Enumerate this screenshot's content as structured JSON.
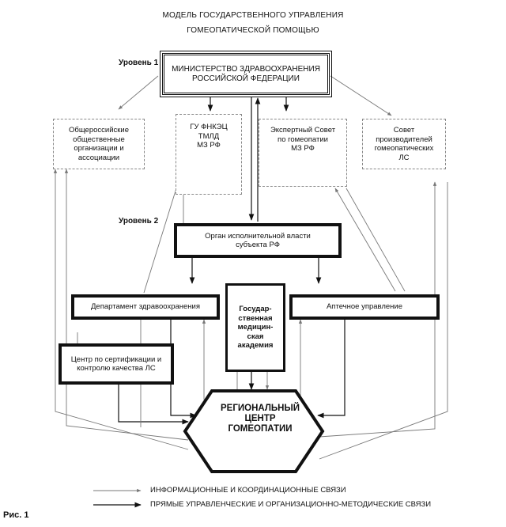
{
  "title": "МОДЕЛЬ ГОСУДАРСТВЕННОГО УПРАВЛЕНИЯ\nГОМЕОПАТИЧЕСКОЙ ПОМОЩЬЮ",
  "level1": "Уровень 1",
  "level2": "Уровень 2",
  "boxes": {
    "ministry": "МИНИСТЕРСТВО ЗДРАВООХРАНЕНИЯ\nРОССИЙСКОЙ ФЕДЕРАЦИИ",
    "public_orgs": "Общероссийские\nобщественные\nорганизации и\nассоциации",
    "gu": "ГУ ФНКЭЦ\nТМЛД\nМЗ РФ",
    "expert": "Экспертный Совет\nпо гомеопатии\nМЗ РФ",
    "producers": "Совет\nпроизводителей\nгомеопатических\nЛС",
    "executive": "Орган исполнительной власти\nсубъекта РФ",
    "health_dept": "Департамент здравоохранения",
    "academy": "Государ-\nственная\nмедицин-\nская\nакадемия",
    "pharmacy": "Аптечное управление",
    "cert_center": "Центр по сертификации и\nконтролю качества ЛС",
    "regional_center": "РЕГИОНАЛЬНЫЙ\nЦЕНТР\nГОМЕОПАТИИ"
  },
  "legend": {
    "info": "ИНФОРМАЦИОННЫЕ И КООРДИНАЦИОННЫЕ СВЯЗИ",
    "direct": "ПРЯМЫЕ УПРАВЛЕНЧЕСКИЕ И ОРГАНИЗАЦИОННО-МЕТОДИЧЕСКИЕ СВЯЗИ"
  },
  "caption": "Рис. 1"
}
